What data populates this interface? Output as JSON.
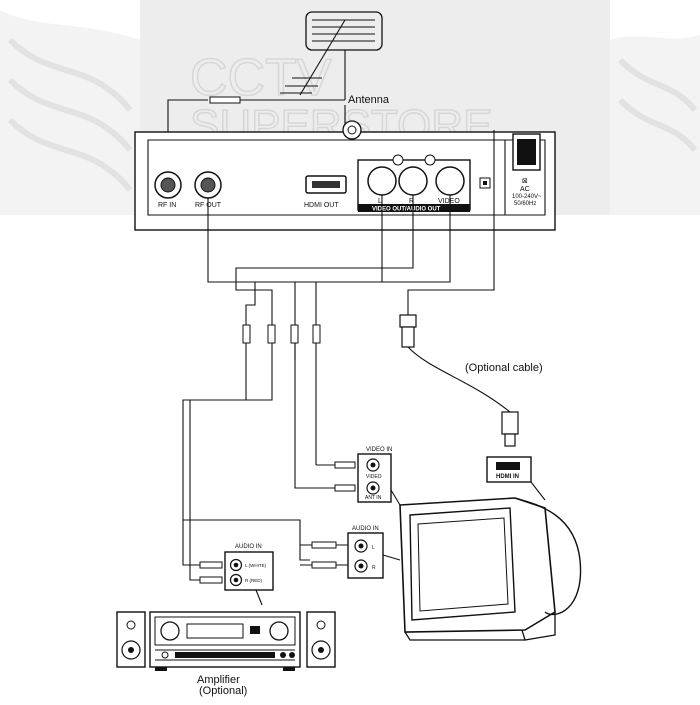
{
  "watermark": {
    "line1": "CCTV",
    "line2": "SUPERSTORE"
  },
  "antenna": {
    "label": "Antenna"
  },
  "receiver": {
    "rf_in": "RF IN",
    "rf_out": "RF OUT",
    "hdmi_out": "HDMI OUT",
    "port_l": "L",
    "port_r": "R",
    "port_video": "VIDEO",
    "av_bar": "VIDEO OUT/AUDIO OUT",
    "ac_line1": "AC",
    "ac_line2": "100-240V~",
    "ac_line3": "50/60Hz"
  },
  "cable": {
    "optional": "(Optional cable)"
  },
  "hdmi_in": {
    "label": "HDMI IN"
  },
  "tv_video_panel": {
    "title": "VIDEO IN",
    "video": "VIDEO",
    "ant_in": "ANT IN"
  },
  "tv_audio_panel": {
    "title": "AUDIO IN",
    "l": "L",
    "r": "R"
  },
  "amp_audio_panel": {
    "title": "AUDIO IN",
    "l": "L (WHITE)",
    "r": "R (RED)"
  },
  "amplifier": {
    "line1": "Amplifier",
    "line2": "(Optional)"
  },
  "colors": {
    "line": "#111111",
    "background": "#ffffff",
    "watermark": "#e6e6e6"
  }
}
